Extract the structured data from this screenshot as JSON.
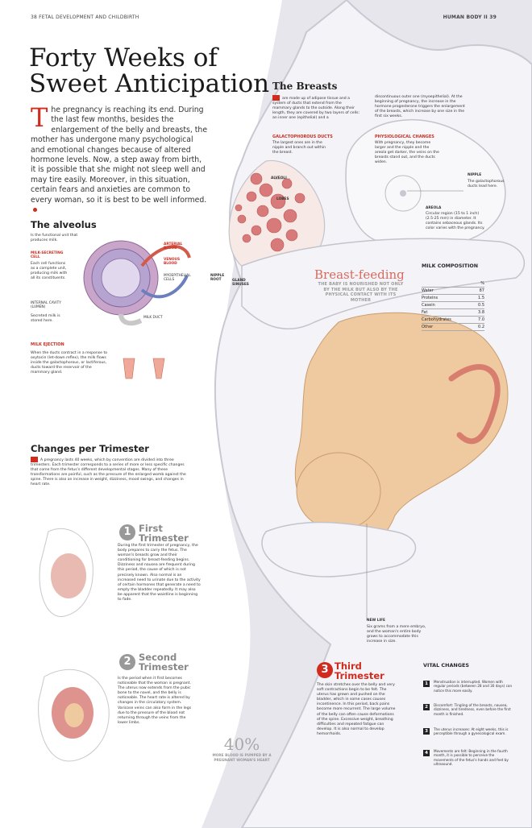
{
  "header": {
    "left": "38  FETAL DEVELOPMENT AND CHILDBIRTH",
    "right": "HUMAN BODY II  39"
  },
  "title": "Forty Weeks of Sweet Anticipation",
  "intro": {
    "dropcap": "T",
    "text": "he pregnancy is reaching its end. During the last few months, besides the enlargement of the belly and breasts, the mother has undergone many psychological and emotional changes because of altered hormone levels. Now, a step away from birth, it is possible that she might not sleep well and may tire easily. Moreover, in this situation, certain fears and anxieties are common to every woman, so it is best to be well informed."
  },
  "alveolus": {
    "title": "The alveolus",
    "desc": "Is the functional unit that produces milk.",
    "labels": {
      "milk_secreting": "MILK-SECRETING CELL",
      "milk_secreting_desc": "Each cell functions as a complete unit, producing milk with all its constituents.",
      "arterial": "ARTERIAL BLOOD",
      "venous": "VENOUS BLOOD",
      "myoepithelial": "MYOEPITHELIAL CELLS",
      "internal": "INTERNAL CAVITY (LUMEN)",
      "internal_desc": "Secreted milk is stored here.",
      "milk_duct": "MILK DUCT"
    }
  },
  "milk_ejection": {
    "title": "MILK EJECTION",
    "text": "When the ducts contract in a response to oxytocin (let-down reflex), the milk flows inside the galactophorous, or lactiferous, ducts toward the reservoir of the mammary gland."
  },
  "breasts": {
    "title": "The Breasts",
    "col1": "are made up of adipose tissue and a system of ducts that extend from the mammary glands to the outside. Along their length, they are covered by two layers of cells: an inner one (epithelial) and a",
    "col2": "discontinuous outer one (myoepithelial). At the beginning of pregnancy, the increase in the hormone progesterone triggers the enlargement of the breasts, which increase by one size in the first six weeks.",
    "gal_title": "GALACTOPHOROUS DUCTS",
    "gal_text": "The largest ones are in the nipple and branch out within the breast.",
    "phys_title": "PHYSIOLOGICAL CHANGES",
    "phys_text": "With pregnancy, they become larger and the nipple and the areola get darker, the veins on the breasts stand out, and the ducts widen.",
    "labels": {
      "alveoli": "ALVEOLI",
      "lobes": "LOBES",
      "nipple_root": "NIPPLE ROOT",
      "gland_sinuses": "GLAND SINUSES",
      "nipple": "NIPPLE",
      "nipple_desc": "The galactophorous ducts lead here.",
      "areola": "AREOLA",
      "areola_desc": "Circular region (15 to 1 inch) (2.5-25 mm) in diameter. It contains sebaceous glands. Its color varies with the pregnancy."
    }
  },
  "breastfeeding": {
    "title": "Breast-feeding",
    "text": "THE BABY IS NOURISHED NOT ONLY BY THE MILK BUT ALSO BY THE PHYSICAL CONTACT WITH ITS MOTHER"
  },
  "milk_composition": {
    "title": "MILK COMPOSITION",
    "unit": "%",
    "rows": [
      {
        "label": "Water",
        "value": "87"
      },
      {
        "label": "Proteins",
        "value": "1.5"
      },
      {
        "label": "Casein",
        "value": "0.5"
      },
      {
        "label": "Fat",
        "value": "3.8"
      },
      {
        "label": "Carbohydrates",
        "value": "7.0"
      },
      {
        "label": "Other",
        "value": "0.2"
      }
    ]
  },
  "new_life": {
    "title": "NEW LIFE",
    "text": "Six grams from a mere embryo, and the woman's entire body grows to accommodate this increase in size."
  },
  "changes": {
    "title": "Changes per Trimester",
    "text": "A pregnancy lasts 40 weeks, which by convention are divided into three trimesters. Each trimester corresponds to a series of more or less specific changes that come from the fetus's different developmental stages. Many of these transformations are painful, such as the pressure of the enlarged womb against the spine. There is also an increase in weight, dizziness, mood swings, and changes in heart rate."
  },
  "first": {
    "num": "1",
    "title": "First Trimester",
    "text": "During the first trimester of pregnancy, the body prepares to carry the fetus. The woman's breasts grow and their conditioning for breast-feeding begins. Dizziness and nausea are frequent during this period, the cause of which is not precisely known. Also normal is an increased need to urinate due to the activity of certain hormones that generate a need to empty the bladder repeatedly. It may also be apparent that the waistline is beginning to fade."
  },
  "second": {
    "num": "2",
    "title": "Second Trimester",
    "text": "Is the period when it first becomes noticeable that the woman is pregnant. The uterus now extends from the pubic bone to the navel, and the belly is noticeable. The heart rate is altered by changes in the circulatory system. Varicose veins can also form in the legs due to the pressure of the blood not returning through the veins from the lower limbs."
  },
  "third": {
    "num": "3",
    "title": "Third Trimester",
    "text": "The skin stretches over the belly and very soft contractions begin to be felt. The uterus has grown and pushed on the bladder, which in some cases causes incontinence. In this period, back pains become more recurrent. The large volume of the belly can often cause deformations of the spine. Excessive weight, breathing difficulties and repeated fatigue can develop. It is also normal to develop hemorrhoids."
  },
  "stat": {
    "number": "40%",
    "text": "MORE BLOOD IS PUMPED BY A PREGNANT WOMAN'S HEART"
  },
  "vital": {
    "title": "VITAL CHANGES",
    "items": [
      {
        "num": "1",
        "text": "Menstruation is interrupted. Women with regular periods (between 28 and 30 days) can notice this more easily."
      },
      {
        "num": "2",
        "text": "Discomfort: Tingling of the breasts, nausea, dizziness, and tiredness, even before the first month is finished."
      },
      {
        "num": "3",
        "text": "The uterus increases: At eight weeks, this is perceptible through a gynecological exam."
      },
      {
        "num": "4",
        "text": "Movements are felt: Beginning in the fourth month, it is possible to perceive the movements of the fetus's hands and feet by ultrasound."
      }
    ]
  },
  "colors": {
    "accent": "#d12b1e",
    "skin": "#efc9a0",
    "body": "#f3f3f7",
    "background": "#e6e6ec"
  }
}
